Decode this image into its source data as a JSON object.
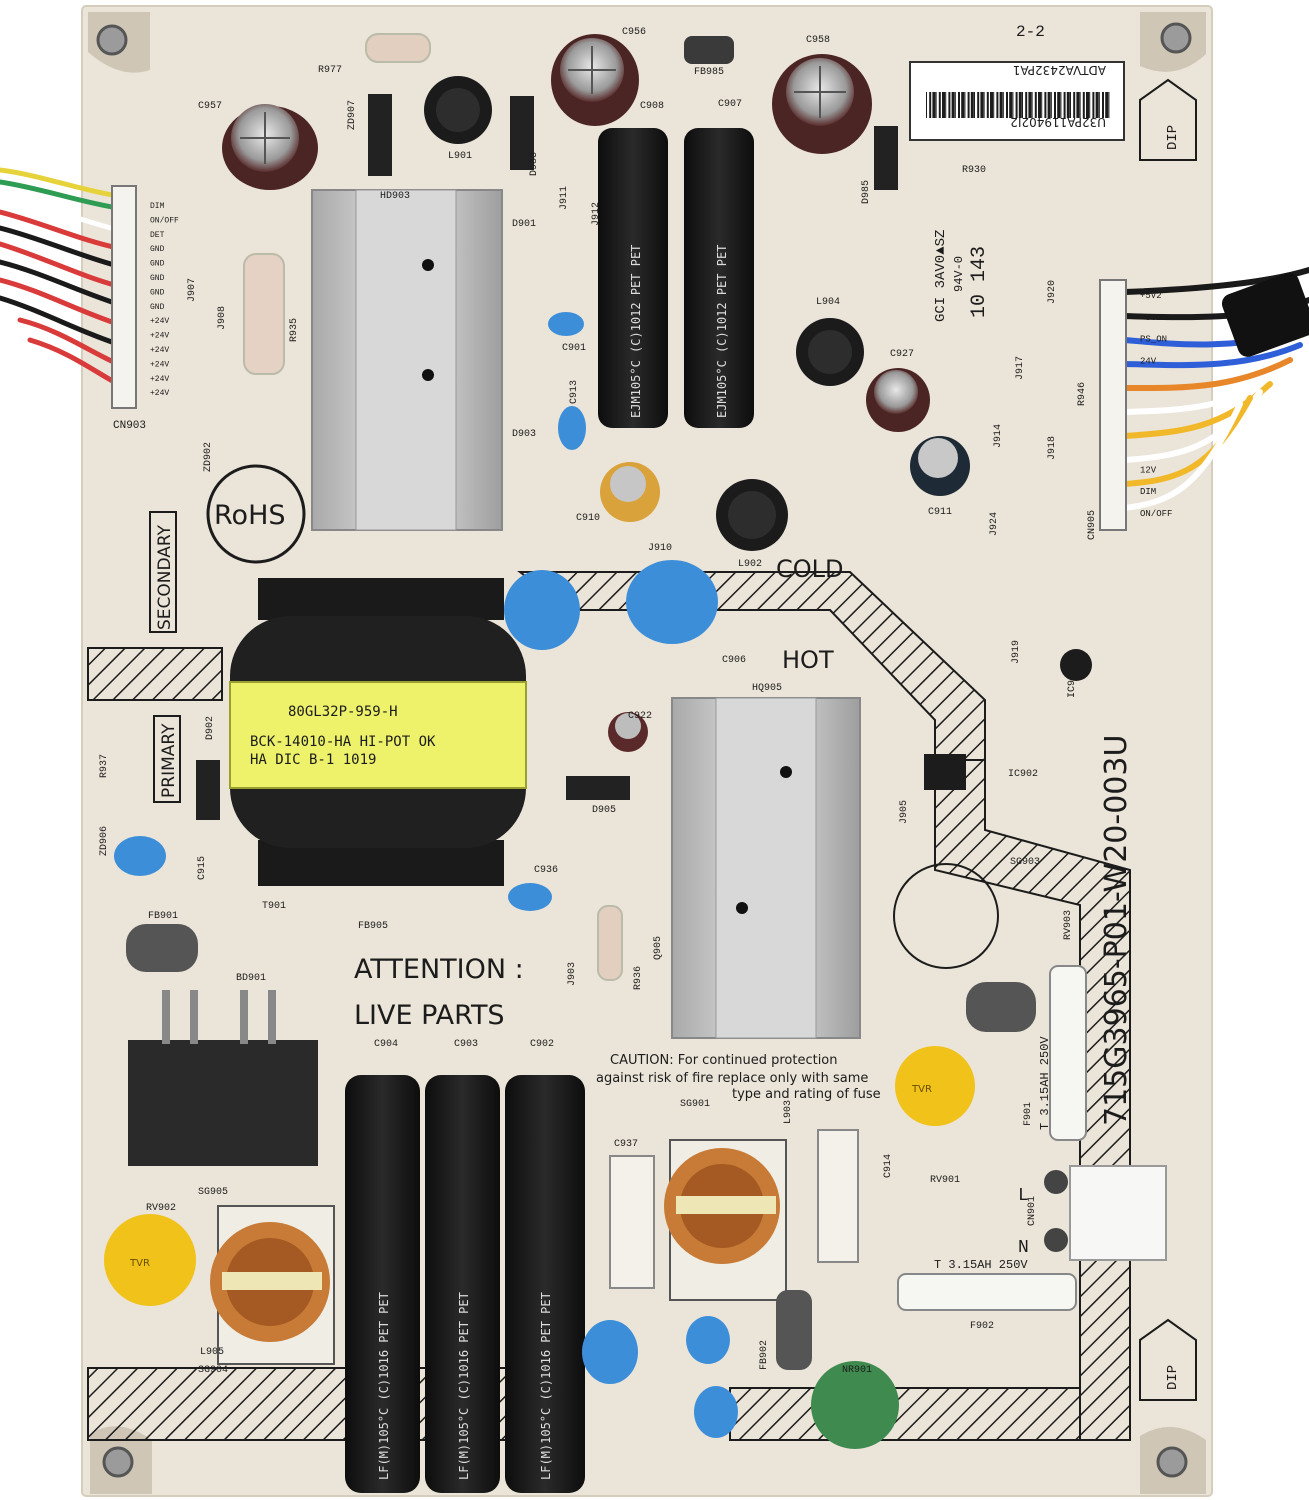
{
  "board": {
    "part_number": "715G3965-P01-W20-003U",
    "sheet": "2-2",
    "barcode_line1": "U32PA119402I2",
    "barcode_line2": "ADTVA2432PA1",
    "colors": {
      "pcb": "#ebe4d8",
      "ink": "#1c1c1c",
      "capacitor_body": "#1a1a1a",
      "heatsink": "#c9c9c9",
      "ceramic_blue": "#3d8ed8",
      "varistor_yellow": "#f0c21a",
      "ntc_green": "#3f8a4e"
    }
  },
  "labels": {
    "rohs": "RoHS",
    "secondary": "SECONDARY",
    "primary": "PRIMARY",
    "cold": "COLD",
    "hot": "HOT",
    "attention": "ATTENTION :",
    "live_parts": "LIVE PARTS",
    "caution_line1": "CAUTION: For continued protection",
    "caution_line2": "against risk of fire replace only with  same",
    "caution_line3": "type and rating of fuse",
    "fuse_f901": "T 3.15AH 250V",
    "fuse_f902": "T 3.15AH 250V",
    "dip": "DIP",
    "cert_line1": "GCI 3AV0▲SZ",
    "cert_line2": "94V-0",
    "date_code": "10 143",
    "transformer_line1": "80GL32P-959-H",
    "transformer_line2": "BCK-14010-HA HI-POT OK",
    "transformer_line3": "HA        DIC B-1  1019",
    "n_mark": "N",
    "l_mark": "L"
  },
  "connector_cn903": {
    "ref": "CN903",
    "pins": [
      "DIM",
      "ON/OFF",
      "DET",
      "GND",
      "GND",
      "GND",
      "GND",
      "GND",
      "+24V",
      "+24V",
      "+24V",
      "+24V",
      "+24V",
      "+24V"
    ]
  },
  "connector_cn905": {
    "ref": "CN905",
    "pins": [
      "+5V2",
      "+5V2",
      "PS_ON",
      "24V",
      "",
      "",
      "",
      "",
      "12V",
      "DIM",
      "ON/OFF"
    ]
  },
  "refs": [
    "R977",
    "C956",
    "C957",
    "ZD907",
    "L901",
    "D983",
    "C908",
    "C907",
    "C958",
    "FB985",
    "J911",
    "J912",
    "D985",
    "R930",
    "HD903",
    "D901",
    "J907",
    "J908",
    "R935",
    "C901",
    "C913",
    "D903",
    "ZD902",
    "J910",
    "C910",
    "L902",
    "L904",
    "C927",
    "C911",
    "J920",
    "J917",
    "J914",
    "J918",
    "R946",
    "J924",
    "J919",
    "IC903",
    "C906",
    "HQ905",
    "C922",
    "D905",
    "IC902",
    "J905",
    "D902",
    "R937",
    "ZD906",
    "C915",
    "FB901",
    "T901",
    "FB905",
    "C936",
    "R936",
    "Q905",
    "J903",
    "SG903",
    "RV903",
    "BD901",
    "C904",
    "C903",
    "C902",
    "SG901",
    "L903",
    "C937",
    "C914",
    "RV901",
    "F901",
    "CN901",
    "SG905",
    "RV902",
    "L905",
    "SG904",
    "FB902",
    "NR901",
    "F902"
  ]
}
